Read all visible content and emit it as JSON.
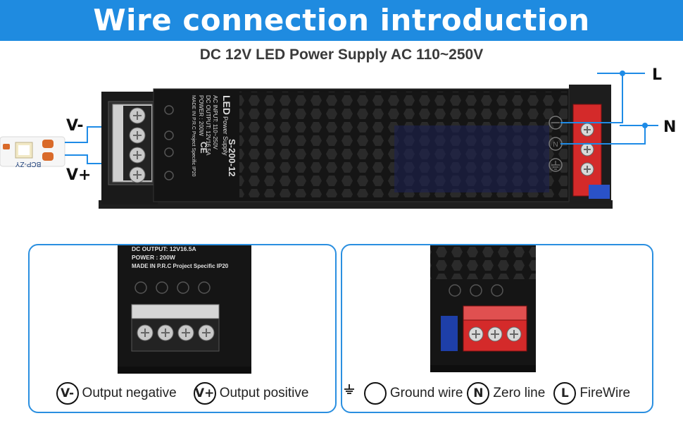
{
  "header": {
    "title": "Wire connection introduction"
  },
  "subtitle": "DC 12V LED Power Supply AC 110~250V",
  "wire_labels": {
    "v_minus": "V-",
    "v_plus": "V+",
    "live": "L",
    "neutral": "N"
  },
  "strip_label": "BCP-ZY",
  "device": {
    "brand": "LED",
    "subbrand": "Power Supply",
    "model": "S-200-12",
    "ac_input": "AC INPUT: 110~250V",
    "dc_output": "DC OUTPUT: 12V16.5A",
    "power": "POWER : 200W",
    "made_in": "MADE IN P.R.C Project Specific IP20",
    "ce": "CE"
  },
  "panel_left": {
    "dc_output": "DC OUTPUT: 12V16.5A",
    "power": "POWER : 200W",
    "made_in": "MADE IN P.R.C Project Specific IP20",
    "legend": [
      {
        "symbol": "V-",
        "text": "Output negative"
      },
      {
        "symbol": "V+",
        "text": "Output positive"
      }
    ]
  },
  "panel_right": {
    "legend": [
      {
        "symbol": "ground-icon",
        "text": "Ground wire"
      },
      {
        "symbol": "N",
        "text": "Zero line"
      },
      {
        "symbol": "L",
        "text": "FireWire"
      }
    ]
  },
  "colors": {
    "banner": "#1f8be0",
    "wire": "#1e8be6",
    "device_body": "#141414",
    "terminal_red": "#d42a2a",
    "panel_border": "#2a8fe0"
  }
}
